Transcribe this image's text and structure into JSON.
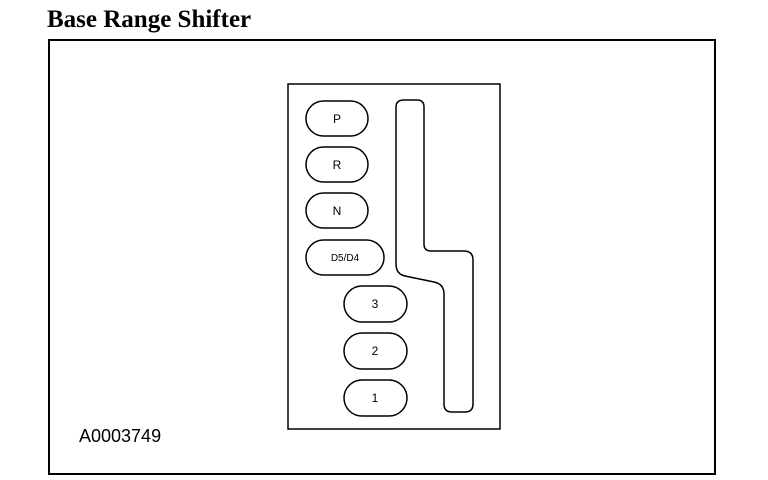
{
  "title": "Base Range Shifter",
  "figure_id": "A0003749",
  "gears": [
    {
      "label": "P"
    },
    {
      "label": "R"
    },
    {
      "label": "N"
    },
    {
      "label": "D5/D4"
    },
    {
      "label": "3"
    },
    {
      "label": "2"
    },
    {
      "label": "1"
    }
  ]
}
